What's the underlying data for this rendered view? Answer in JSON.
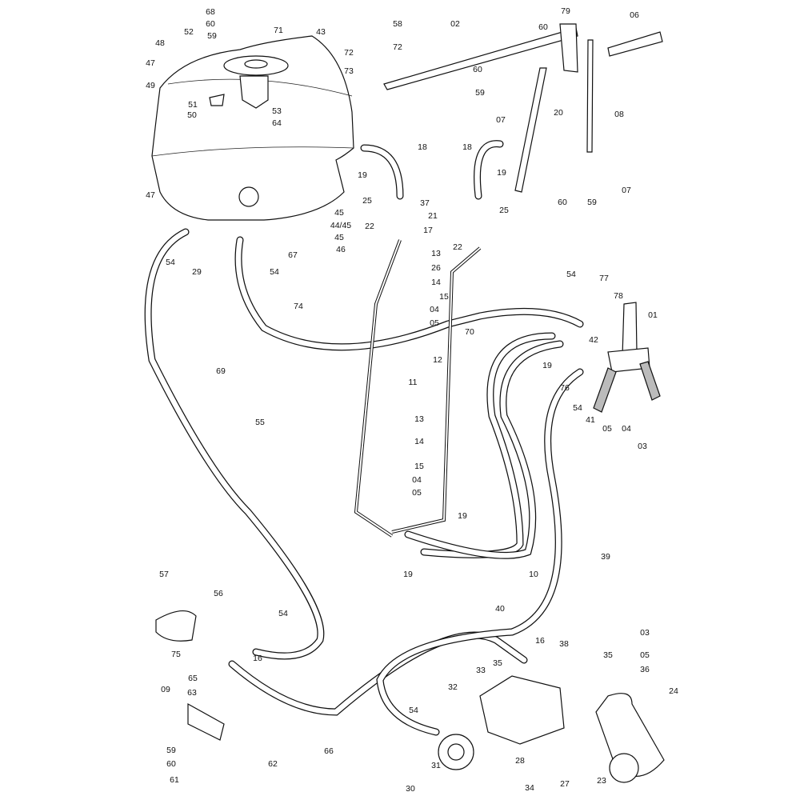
{
  "diagram": {
    "type": "exploded-parts-diagram",
    "callouts": [
      "68",
      "60",
      "59",
      "71",
      "43",
      "52",
      "48",
      "47",
      "49",
      "51",
      "50",
      "53",
      "64",
      "58",
      "02",
      "79",
      "60",
      "06",
      "72",
      "72",
      "73",
      "60",
      "59",
      "07",
      "20",
      "08",
      "07",
      "59",
      "60",
      "18",
      "19",
      "18",
      "19",
      "25",
      "37",
      "21",
      "22",
      "17",
      "25",
      "22",
      "45",
      "44/45",
      "45",
      "46",
      "67",
      "54",
      "29",
      "54",
      "13",
      "26",
      "14",
      "15",
      "04",
      "05",
      "74",
      "70",
      "12",
      "11",
      "69",
      "54",
      "77",
      "78",
      "01",
      "42",
      "19",
      "76",
      "54",
      "41",
      "05",
      "04",
      "03",
      "55",
      "13",
      "14",
      "15",
      "04",
      "05",
      "19",
      "19",
      "10",
      "39",
      "40",
      "57",
      "56",
      "54",
      "75",
      "16",
      "16",
      "38",
      "35",
      "33",
      "32",
      "54",
      "35",
      "03",
      "05",
      "36",
      "24",
      "09",
      "65",
      "63",
      "59",
      "60",
      "61",
      "62",
      "66",
      "31",
      "28",
      "27",
      "30",
      "34",
      "23",
      "47"
    ]
  }
}
